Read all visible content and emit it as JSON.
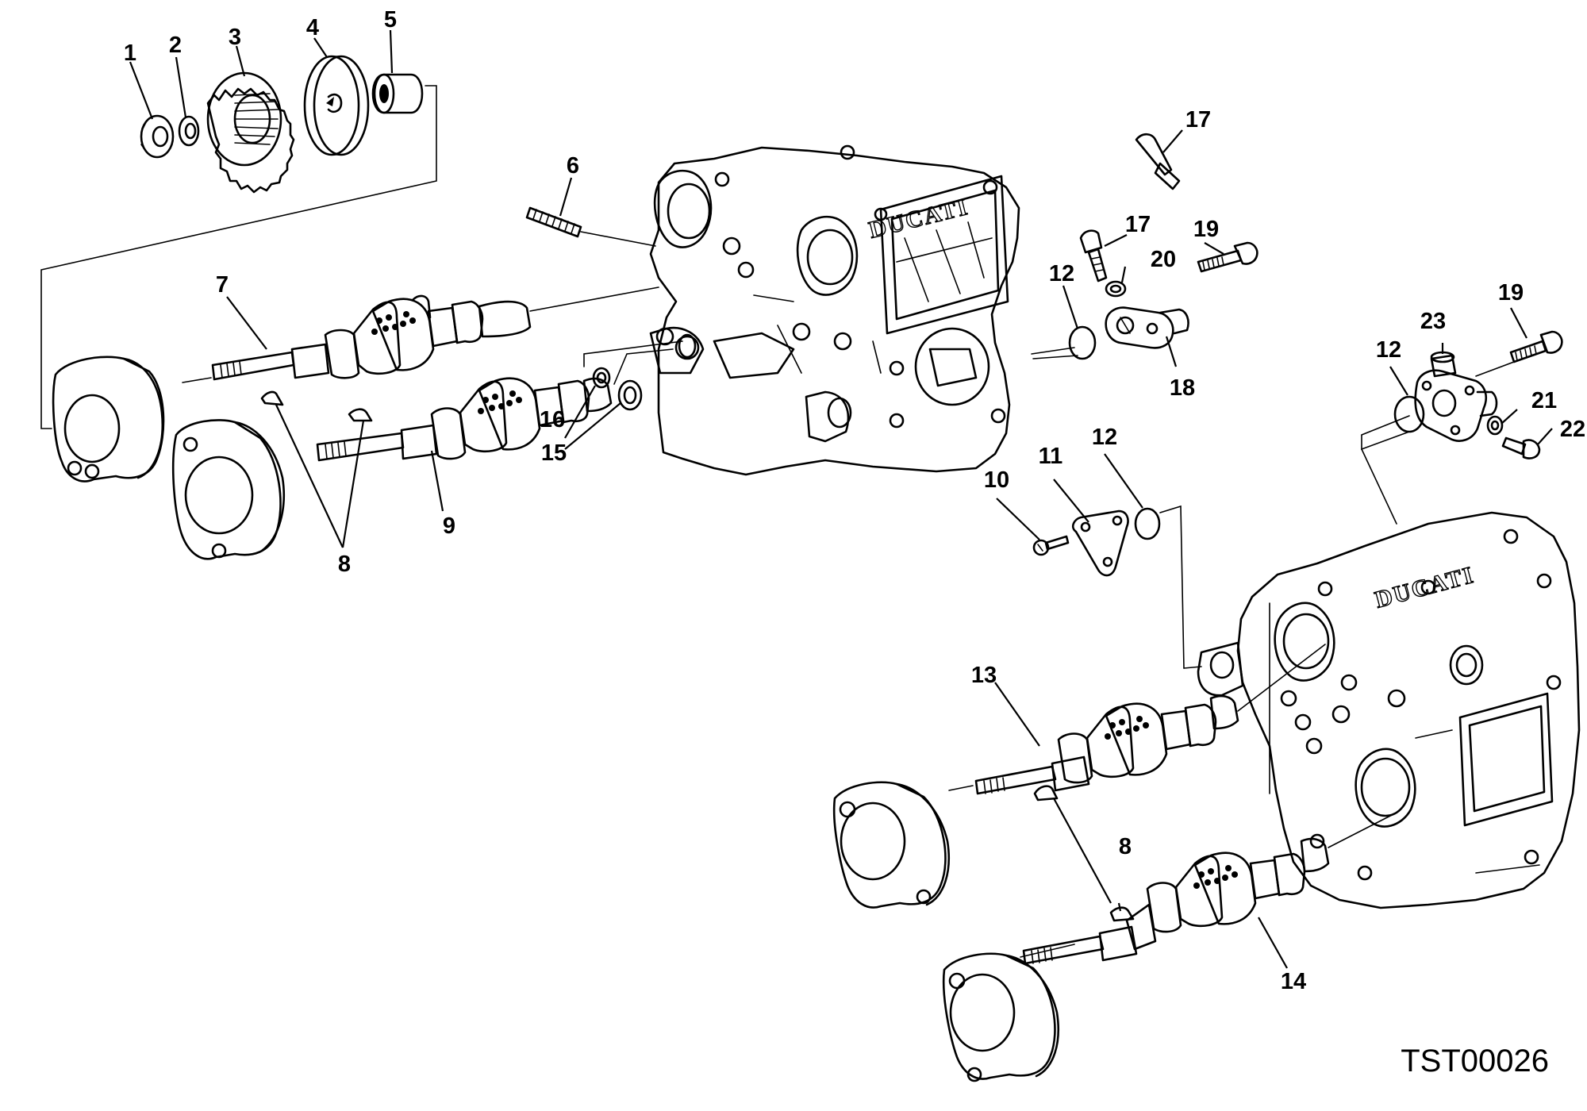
{
  "drawing_code": "TST00026",
  "head_engraving": "DUCATI",
  "callouts": {
    "c1": "1",
    "c2": "2",
    "c3": "3",
    "c4": "4",
    "c5": "5",
    "c6": "6",
    "c7": "7",
    "c8a": "8",
    "c8b": "8",
    "c9": "9",
    "c10": "10",
    "c11": "11",
    "c12a": "12",
    "c12b": "12",
    "c12c": "12",
    "c13": "13",
    "c14": "14",
    "c15": "15",
    "c16": "16",
    "c17a": "17",
    "c17b": "17",
    "c18": "18",
    "c19a": "19",
    "c19b": "19",
    "c20": "20",
    "c21": "21",
    "c22": "22",
    "c23": "23"
  }
}
